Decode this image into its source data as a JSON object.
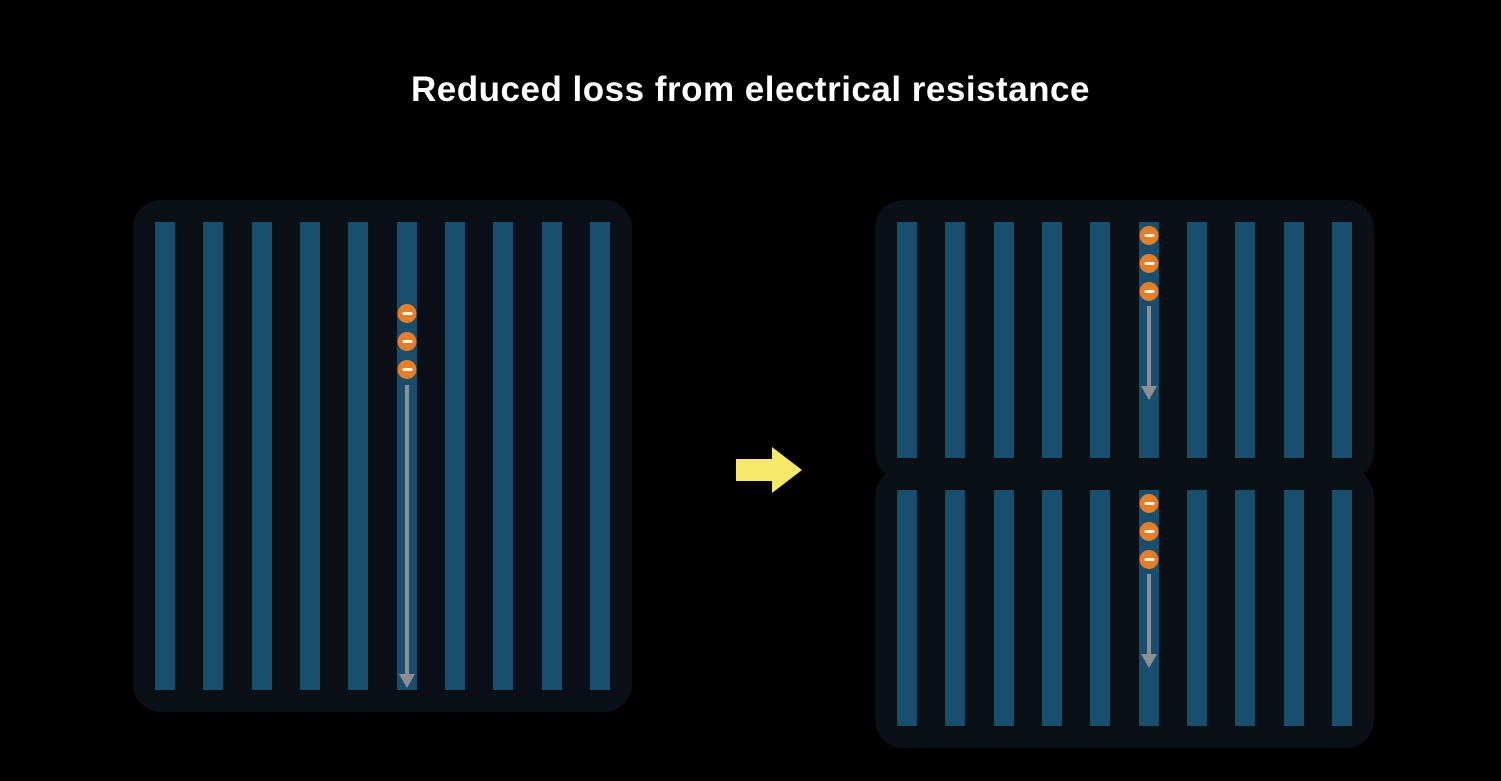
{
  "title": "Reduced loss from electrical resistance",
  "colors": {
    "background": "#000000",
    "bar": "#194f6e",
    "electron_fill": "#e87d25",
    "electron_symbol": "#ffffff",
    "flow_arrow": "#8f8f8f",
    "transition_arrow": "#f6e96a"
  },
  "electron_symbol_icon": "minus-icon",
  "panels": [
    {
      "id": "full-cell",
      "bar_count": 10,
      "electron_count": 3
    },
    {
      "id": "half-cell-top",
      "bar_count": 10,
      "electron_count": 3
    },
    {
      "id": "half-cell-bottom",
      "bar_count": 10,
      "electron_count": 3
    }
  ]
}
